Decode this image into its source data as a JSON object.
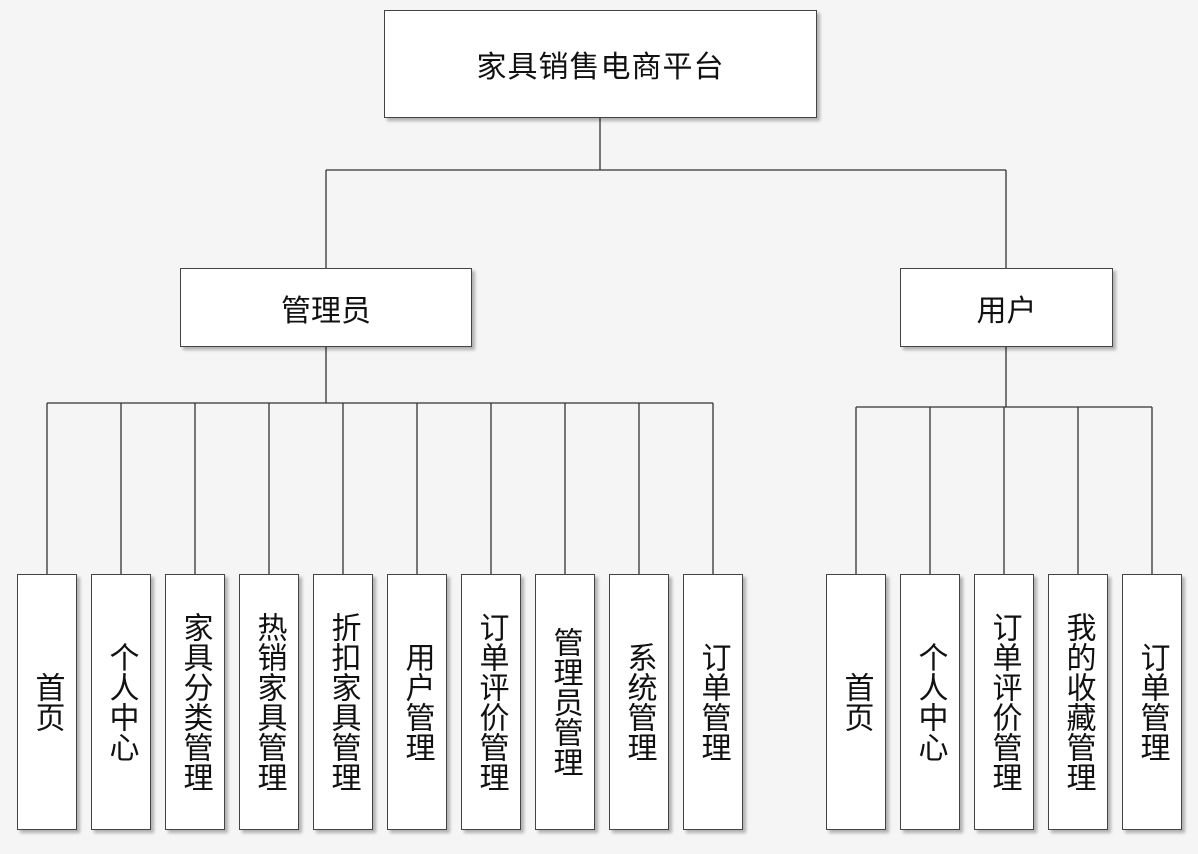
{
  "root": {
    "label": "家具销售电商平台"
  },
  "roles": [
    {
      "label": "管理员",
      "modules": [
        "首页",
        "个人中心",
        "家具分类管理",
        "热销家具管理",
        "折扣家具管理",
        "用户管理",
        "订单评价管理",
        "管理员管理",
        "系统管理",
        "订单管理"
      ]
    },
    {
      "label": "用户",
      "modules": [
        "首页",
        "个人中心",
        "订单评价管理",
        "我的收藏管理",
        "订单管理"
      ]
    }
  ],
  "colors": {
    "line": "#333333",
    "border": "#444444",
    "background": "#f5f5f5",
    "box": "#ffffff"
  }
}
